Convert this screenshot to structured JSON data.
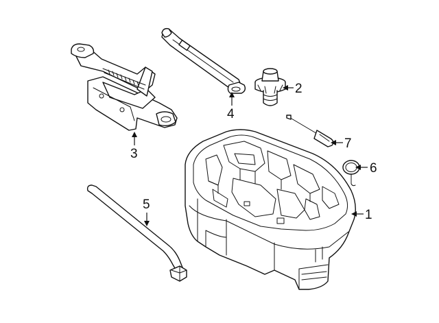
{
  "callouts": [
    {
      "id": "1"
    },
    {
      "id": "2"
    },
    {
      "id": "3"
    },
    {
      "id": "4"
    },
    {
      "id": "5"
    },
    {
      "id": "6"
    },
    {
      "id": "7"
    }
  ]
}
